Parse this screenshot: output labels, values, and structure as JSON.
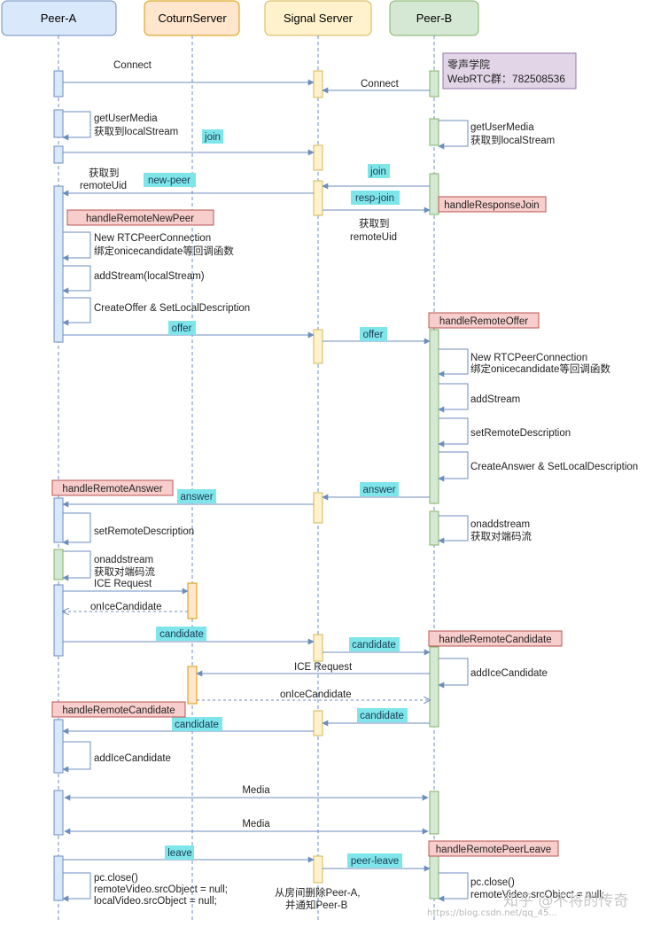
{
  "participants": {
    "peer_a": "Peer-A",
    "coturn": "CoturnServer",
    "signal": "Signal Server",
    "peer_b": "Peer-B"
  },
  "colors": {
    "peer_a": "#dae8fc",
    "coturn": "#ffe6cc",
    "signal": "#fff2cc",
    "peer_b": "#d5e8d4",
    "message_highlight": "#7ee6ea",
    "handler_note": "#f8cecc",
    "group_note": "#e1d5e7"
  },
  "note": {
    "line1": "零声学院",
    "line2": "WebRTC群：782508536"
  },
  "messages": {
    "connect_a": "Connect",
    "connect_b": "Connect",
    "gum_a_1": "getUserMedia",
    "gum_a_2": "获取到localStream",
    "gum_b_1": "getUserMedia",
    "gum_b_2": "获取到localStream",
    "join_a": "join",
    "join_b": "join",
    "new_peer": "new-peer",
    "resp_join": "resp-join",
    "remoteuid_a_1": "获取到",
    "remoteuid_a_2": "remoteUid",
    "remoteuid_b_1": "获取到",
    "remoteuid_b_2": "remoteUid",
    "new_pc_a_1": "New RTCPeerConnection",
    "new_pc_a_2": "绑定onicecandidate等回调函数",
    "add_stream_a": "addStream(localStream)",
    "create_offer": "CreateOffer &  SetLocalDescription",
    "offer_a": "offer",
    "offer_b": "offer",
    "new_pc_b_1": "New RTCPeerConnection",
    "new_pc_b_2": "绑定onicecandidate等回调函数",
    "add_stream_b": "addStream",
    "set_remote_b": "setRemoteDescription",
    "create_answer": "CreateAnswer &  SetLocalDescription",
    "answer_b": "answer",
    "answer_a": "answer",
    "set_remote_a": "setRemoteDescription",
    "onaddstream_b_1": "onaddstream",
    "onaddstream_b_2": "获取对端码流",
    "onaddstream_a_1": "onaddstream",
    "onaddstream_a_2": "获取对端码流",
    "ice_request_a": "ICE Request",
    "on_ice_a": "onIceCandidate",
    "candidate_a": "candidate",
    "candidate_to_b": "candidate",
    "add_ice_b": "addIceCandidate",
    "ice_request_b": "ICE Request",
    "on_ice_b": "onIceCandidate",
    "candidate_b": "candidate",
    "candidate_to_a": "candidate",
    "add_ice_a": "addIceCandidate",
    "media_1": "Media",
    "media_2": "Media",
    "leave": "leave",
    "peer_leave": "peer-leave",
    "close_a_1": "pc.close()",
    "close_a_2": "remoteVideo.srcObject = null;",
    "close_a_3": "localVideo.srcObject = null;",
    "remove_1": "从房间删除Peer-A,",
    "remove_2": "并通知Peer-B",
    "close_b_1": "pc.close()",
    "close_b_2": "remoteVideo.srcObject = null;"
  },
  "handlers": {
    "remote_new_peer": "handleRemoteNewPeer",
    "response_join": "handleResponseJoin",
    "remote_offer": "handleRemoteOffer",
    "remote_answer": "handleRemoteAnswer",
    "remote_candidate_b": "handleRemoteCandidate",
    "remote_candidate_a": "handleRemoteCandidate",
    "remote_peer_leave": "handleRemotePeerLeave"
  },
  "watermark": {
    "url": "https://blog.csdn.net/qq_45...",
    "zhihu": "知乎 @不将的传奇"
  }
}
